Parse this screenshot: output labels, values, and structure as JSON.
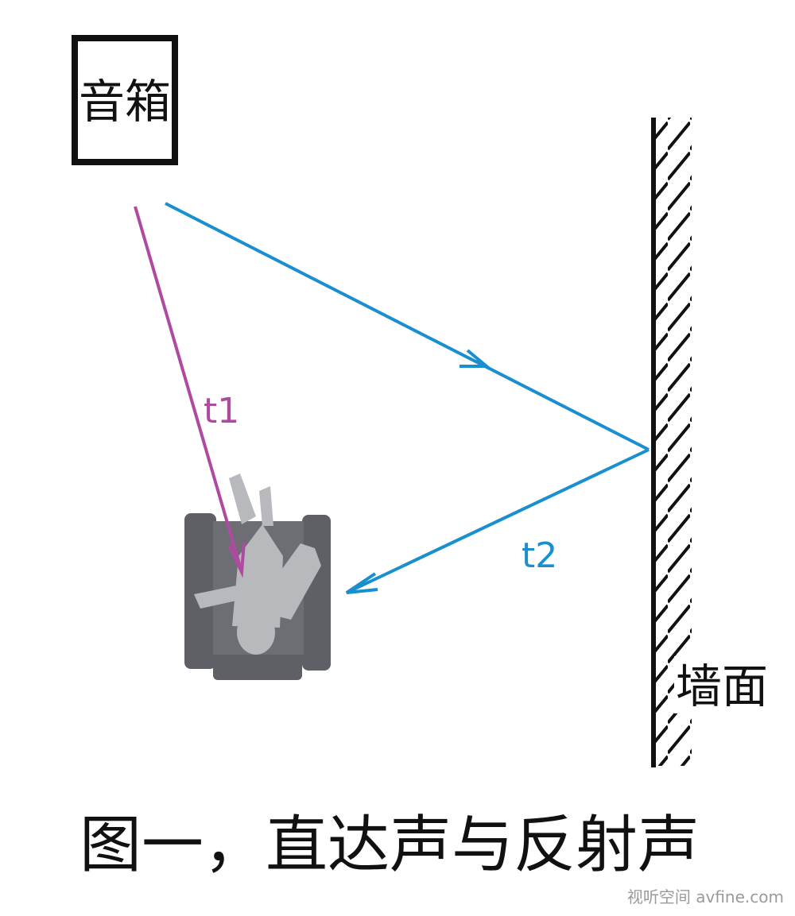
{
  "speaker": {
    "label": "音箱"
  },
  "wall": {
    "label": "墙面"
  },
  "paths": {
    "direct": {
      "label": "t1",
      "color": "#b04aa0"
    },
    "reflected": {
      "label": "t2",
      "color": "#1a8fd0"
    }
  },
  "listener": {
    "chair_color": "#5f6066",
    "person_color": "#b8b9bc"
  },
  "caption": "图一，直达声与反射声",
  "watermark": "视听空间 avfine.com"
}
